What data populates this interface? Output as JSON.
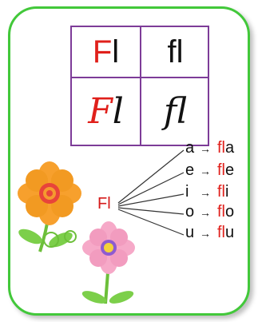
{
  "grid": {
    "print_upper_first": "F",
    "print_upper_rest": "l",
    "print_lower": "fl",
    "cursive_upper_first": "F",
    "cursive_upper_rest": "l",
    "cursive_lower": "fl"
  },
  "fan": {
    "root": "Fl",
    "arrow": "→",
    "rows": [
      {
        "vowel": "a",
        "prefix": "fl",
        "suffix": "a"
      },
      {
        "vowel": "e",
        "prefix": "fl",
        "suffix": "e"
      },
      {
        "vowel": "i",
        "prefix": "fl",
        "suffix": "i"
      },
      {
        "vowel": "o",
        "prefix": "fl",
        "suffix": "o"
      },
      {
        "vowel": "u",
        "prefix": "fl",
        "suffix": "u"
      }
    ]
  },
  "colors": {
    "border": "#42c83a",
    "grid": "#7d3c98",
    "accent": "#e0201b"
  }
}
